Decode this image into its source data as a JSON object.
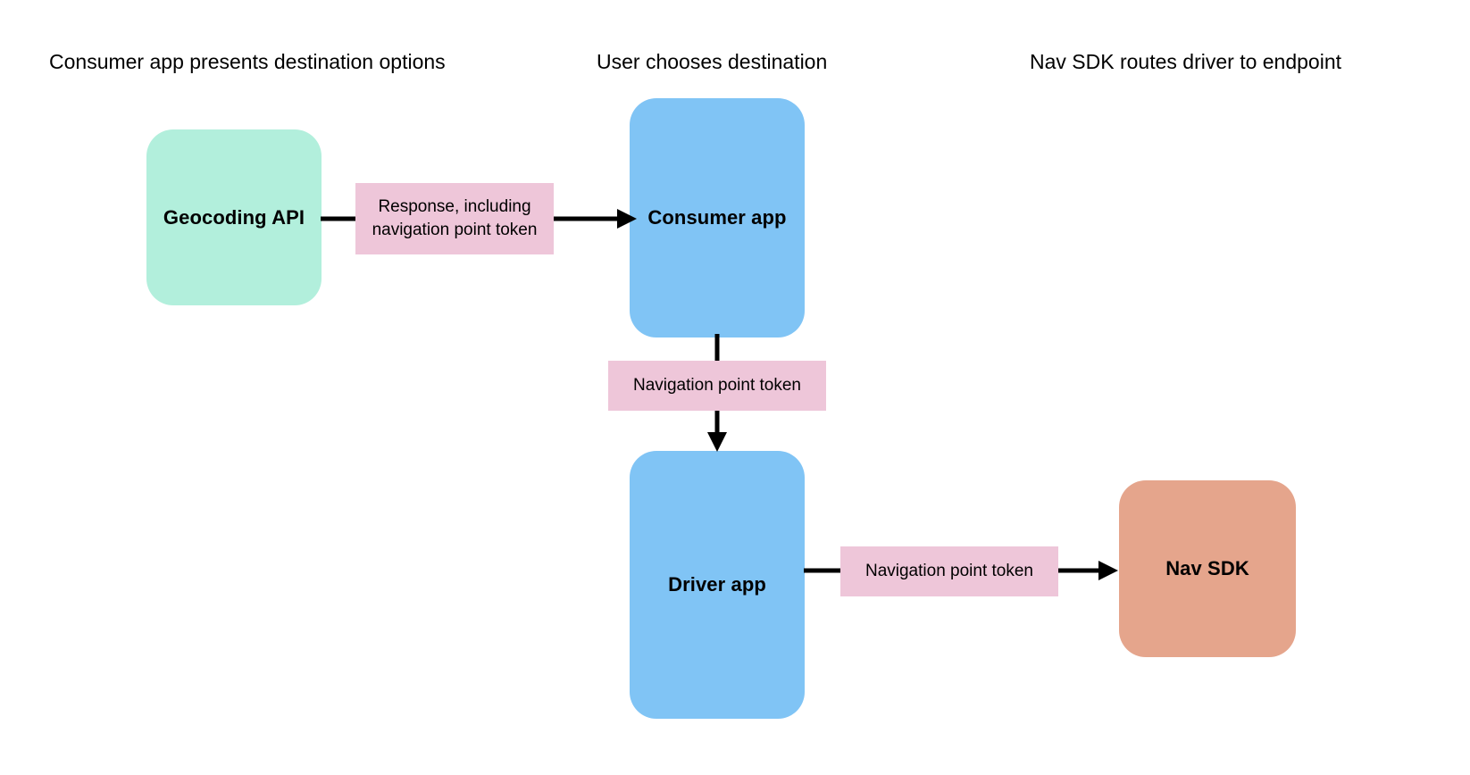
{
  "diagram": {
    "title_row": [
      {
        "id": "col-1",
        "text": "Consumer app presents destination options"
      },
      {
        "id": "col-2",
        "text": "User chooses destination"
      },
      {
        "id": "col-3",
        "text": "Nav SDK routes driver to endpoint"
      }
    ],
    "nodes": [
      {
        "id": "geocoding-api",
        "label": "Geocoding API",
        "color": "#B2EFDC"
      },
      {
        "id": "consumer-app",
        "label": "Consumer app",
        "color": "#80C4F5"
      },
      {
        "id": "driver-app",
        "label": "Driver app",
        "color": "#80C4F5"
      },
      {
        "id": "nav-sdk",
        "label": "Nav SDK",
        "color": "#E5A58C"
      }
    ],
    "edge_labels": [
      {
        "id": "response-token",
        "text": "Response, including navigation point token",
        "color": "#EEC6D9"
      },
      {
        "id": "nav-point-token-1",
        "text": "Navigation point token",
        "color": "#EEC6D9"
      },
      {
        "id": "nav-point-token-2",
        "text": "Navigation point token",
        "color": "#EEC6D9"
      }
    ],
    "edges": [
      {
        "id": "geocoding-to-consumer",
        "from": "geocoding-api",
        "to": "consumer-app",
        "label": "response-token"
      },
      {
        "id": "consumer-to-driver",
        "from": "consumer-app",
        "to": "driver-app",
        "label": "nav-point-token-1"
      },
      {
        "id": "driver-to-navsdk",
        "from": "driver-app",
        "to": "nav-sdk",
        "label": "nav-point-token-2"
      }
    ],
    "stroke_color": "#000000",
    "background": "#ffffff"
  }
}
